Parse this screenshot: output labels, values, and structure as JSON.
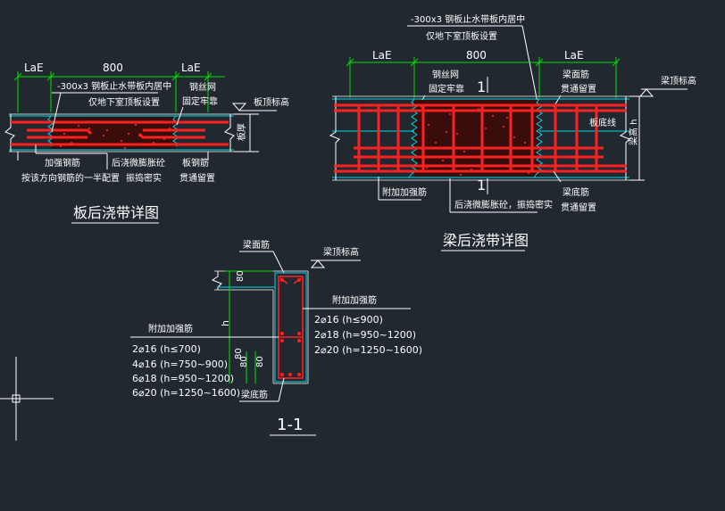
{
  "slab": {
    "dim_left": "LaE",
    "dim_mid": "800",
    "dim_right": "LaE",
    "note_waterstop_1": "-300x3 钢板止水带板内居中",
    "note_waterstop_2": "仅地下室顶板设置",
    "note_mesh_1": "钢丝网",
    "note_mesh_2": "固定牢靠",
    "top_elev": "板顶标高",
    "thickness": "板厚",
    "note_rebar_1": "加强钢筋",
    "note_rebar_2": "按该方向钢筋的一半配置",
    "note_concrete_1": "后浇微膨胀砼",
    "note_concrete_2": "振捣密实",
    "note_slab_bar_1": "板钢筋",
    "note_slab_bar_2": "贯通留置",
    "title": "板后浇带详图"
  },
  "beam": {
    "note_waterstop_1": "-300x3 钢板止水带板内居中",
    "note_waterstop_2": "仅地下室顶板设置",
    "dim_left": "LaE",
    "dim_mid": "800",
    "dim_right": "LaE",
    "note_mesh_1": "钢丝网",
    "note_mesh_2": "固定牢靠",
    "section_mark": "1",
    "note_top_bar_1": "梁面筋",
    "note_top_bar_2": "贯通留置",
    "top_elev": "梁顶标高",
    "slab_bottom": "板底线",
    "beam_height": "梁高 h",
    "note_extra_bar": "附加加强筋",
    "note_concrete": "后浇微膨胀砼，振捣密实",
    "note_bottom_bar_1": "梁底筋",
    "note_bottom_bar_2": "贯通留置",
    "title": "梁后浇带详图"
  },
  "section": {
    "top_bar": "梁面筋",
    "top_elev": "梁顶标高",
    "dim_80_top": "80",
    "dim_h": "h",
    "right_title": "附加加强筋",
    "right_items": [
      "2⌀16 (h≤900)",
      "2⌀18 (h=950~1200)",
      "2⌀20 (h=1250~1600)"
    ],
    "left_title": "附加加强筋",
    "left_items": [
      "2⌀16 (h≤700)",
      "4⌀16 (h=750~900)",
      "6⌀18 (h=950~1200)",
      "6⌀20 (h=1250~1600)"
    ],
    "dim_80_a": "80",
    "dim_80_b": "80",
    "dim_80_c": "80",
    "bottom_bar": "梁底筋",
    "title": "1-1"
  }
}
